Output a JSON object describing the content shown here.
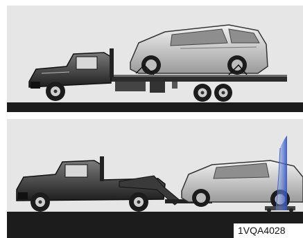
{
  "figure_code": "1VQA4028",
  "panels": [
    {
      "name": "flatbed-towing"
    },
    {
      "name": "wheel-lift-towing-with-dollies"
    }
  ],
  "colors": {
    "panel_bg": "#e6e6e6",
    "ground": "#1c1c1c",
    "truck_dark": "#2a2a2a",
    "car_body": "#cfcfcf",
    "accent_blue": "#3f63c8"
  }
}
